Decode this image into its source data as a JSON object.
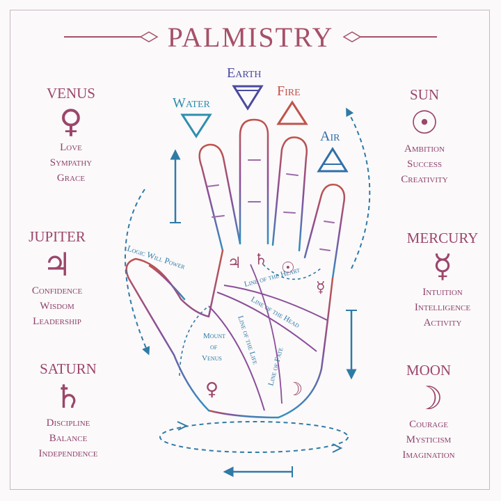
{
  "title": "PALMISTRY",
  "planets_left": [
    {
      "name": "VENUS",
      "symbol": "♀",
      "traits": [
        "Love",
        "Sympathy",
        "Grace"
      ]
    },
    {
      "name": "JUPITER",
      "symbol": "♃",
      "traits": [
        "Confidence",
        "Wisdom",
        "Leadership"
      ]
    },
    {
      "name": "SATURN",
      "symbol": "♄",
      "traits": [
        "Discipline",
        "Balance",
        "Independence"
      ]
    }
  ],
  "planets_right": [
    {
      "name": "SUN",
      "symbol": "☉",
      "traits": [
        "Ambition",
        "Success",
        "Creativity"
      ]
    },
    {
      "name": "MERCURY",
      "symbol": "☿",
      "traits": [
        "Intuition",
        "Intelligence",
        "Activity"
      ]
    },
    {
      "name": "MOON",
      "symbol": "☽",
      "traits": [
        "Courage",
        "Mysticism",
        "Imagination"
      ]
    }
  ],
  "elements": {
    "water": {
      "label": "Water",
      "color": "#2f8fae"
    },
    "earth": {
      "label": "Earth",
      "color": "#4a4a9e"
    },
    "fire": {
      "label": "Fire",
      "color": "#c0534a"
    },
    "air": {
      "label": "Air",
      "color": "#2f6fa8"
    }
  },
  "palm_labels": {
    "logic_will_power": "Logic Will Power",
    "line_of_heart": "Line of the Heart",
    "line_of_head": "Line of the Head",
    "line_of_life": "Line of the Life",
    "line_of_fate": "Line of Fate",
    "mount_of_venus": [
      "Mount",
      "of",
      "Venus"
    ]
  },
  "palm_symbols": {
    "jupiter": "♃",
    "saturn": "♄",
    "sun": "☉",
    "mercury": "☿",
    "venus": "♀",
    "moon": "☽"
  },
  "colors": {
    "accent": "#a65068",
    "blue": "#2f7aa6",
    "purple": "#9b466a"
  }
}
